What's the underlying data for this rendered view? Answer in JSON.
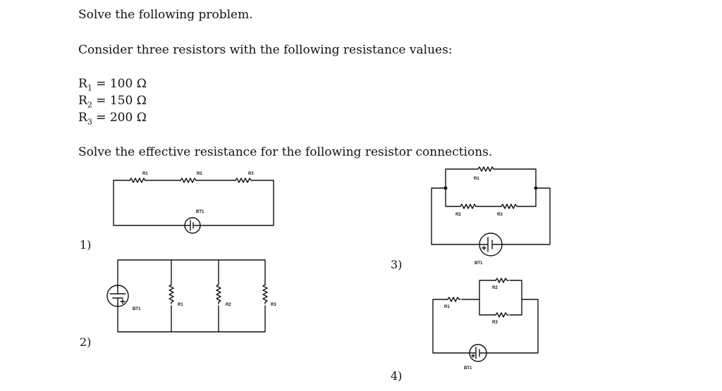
{
  "problem": {
    "intro": "Solve the following problem.",
    "consider": "Consider three resistors with the following resistance values:",
    "resistors": [
      {
        "name": "R",
        "sub": "1",
        "value": "= 100 Ω"
      },
      {
        "name": "R",
        "sub": "2",
        "value": "= 150 Ω"
      },
      {
        "name": "R",
        "sub": "3",
        "value": "= 200 Ω"
      }
    ],
    "task": "Solve the effective resistance for the following resistor connections."
  },
  "circuits": [
    {
      "number": "1)",
      "labels": {
        "r1": "R1",
        "r2": "R2",
        "r3": "R3",
        "bt": "BT1"
      }
    },
    {
      "number": "2)",
      "labels": {
        "r1": "R1",
        "r2": "R2",
        "r3": "R3",
        "bt": "BT1"
      }
    },
    {
      "number": "3)",
      "labels": {
        "r1": "R1",
        "r2": "R2",
        "r3": "R3",
        "bt": "BT1"
      }
    },
    {
      "number": "4)",
      "labels": {
        "r1": "R1",
        "r2": "R2",
        "r3": "R3",
        "bt": "BT1"
      }
    }
  ]
}
